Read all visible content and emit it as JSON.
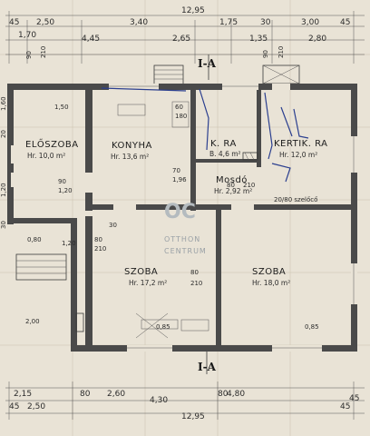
{
  "dimensions": {
    "top_total": "12,95",
    "top_row1": [
      "45",
      "2,50",
      "3,40",
      "1,75",
      "30",
      "3,00",
      "45"
    ],
    "top_row2": [
      "1,70",
      "4,45",
      "2,65",
      "1,35",
      "2,80"
    ],
    "top_small": [
      "90",
      "210",
      "90",
      "210"
    ],
    "bottom_row1": [
      "2,15",
      "80",
      "2,60",
      "80",
      "4,80",
      "45"
    ],
    "bottom_row2": [
      "45",
      "2,50",
      "4,30",
      "45"
    ],
    "bottom_total": "12,95",
    "left_side": [
      "1,60",
      "20",
      "1,20",
      "30",
      "2,00"
    ],
    "misc": [
      "70",
      "1,96",
      "60",
      "180",
      "1,50",
      "80",
      "210",
      "80",
      "210",
      "90",
      "1,20",
      "80",
      "210",
      "0,85",
      "0,85",
      "0,80",
      "1,20",
      "20/80 szelőcő",
      "30"
    ]
  },
  "rooms": [
    {
      "name": "ELŐSZOBA",
      "area": "Hr. 10,0 m²"
    },
    {
      "name": "KONYHA",
      "area": "Hr. 13,6 m²"
    },
    {
      "name": "K. RA",
      "area": "B. 4,6 m²"
    },
    {
      "name": "KERTIK. RA",
      "area": "Hr. 12,0 m²"
    },
    {
      "name": "Mosdó",
      "area": "Hr. 2,92 m²"
    },
    {
      "name": "SZOBA",
      "area": "Hr. 17,2 m²"
    },
    {
      "name": "SZOBA",
      "area": "Hr. 18,0 m²"
    }
  ],
  "section_marks": {
    "top": "I-A",
    "bottom": "I-A"
  },
  "watermark": {
    "logo": "OC",
    "line1": "OTTHON",
    "line2": "CENTRUM"
  },
  "colors": {
    "paper": "#e9e3d6",
    "ink": "#2b2b2b",
    "pen_blue": "#2b3f8f",
    "watermark": "#b4bbbf"
  }
}
